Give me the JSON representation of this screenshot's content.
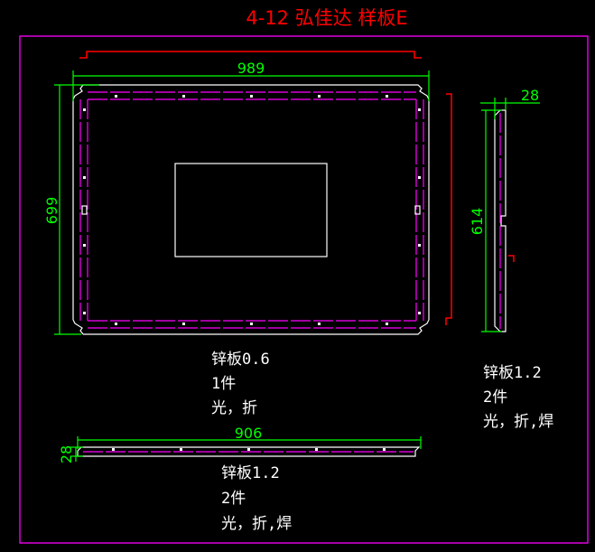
{
  "title": "4-12 弘佳达 样板E",
  "colors": {
    "title": "#ff0000",
    "border": "#ff00ff",
    "dimension": "#00ff00",
    "outline": "#ffffff",
    "hidden_line": "#ff00ff",
    "background": "#000000"
  },
  "main_panel": {
    "width_dim": "989",
    "height_dim": "699",
    "notes": [
      "锌板0.6",
      "1件",
      "光，折"
    ]
  },
  "side_part": {
    "width_dim": "28",
    "height_dim": "614",
    "notes": [
      "锌板1.2",
      "2件",
      "光，折,焊"
    ]
  },
  "bottom_part": {
    "width_dim": "906",
    "height_dim": "28",
    "notes": [
      "锌板1.2",
      "2件",
      "光，折,焊"
    ]
  }
}
